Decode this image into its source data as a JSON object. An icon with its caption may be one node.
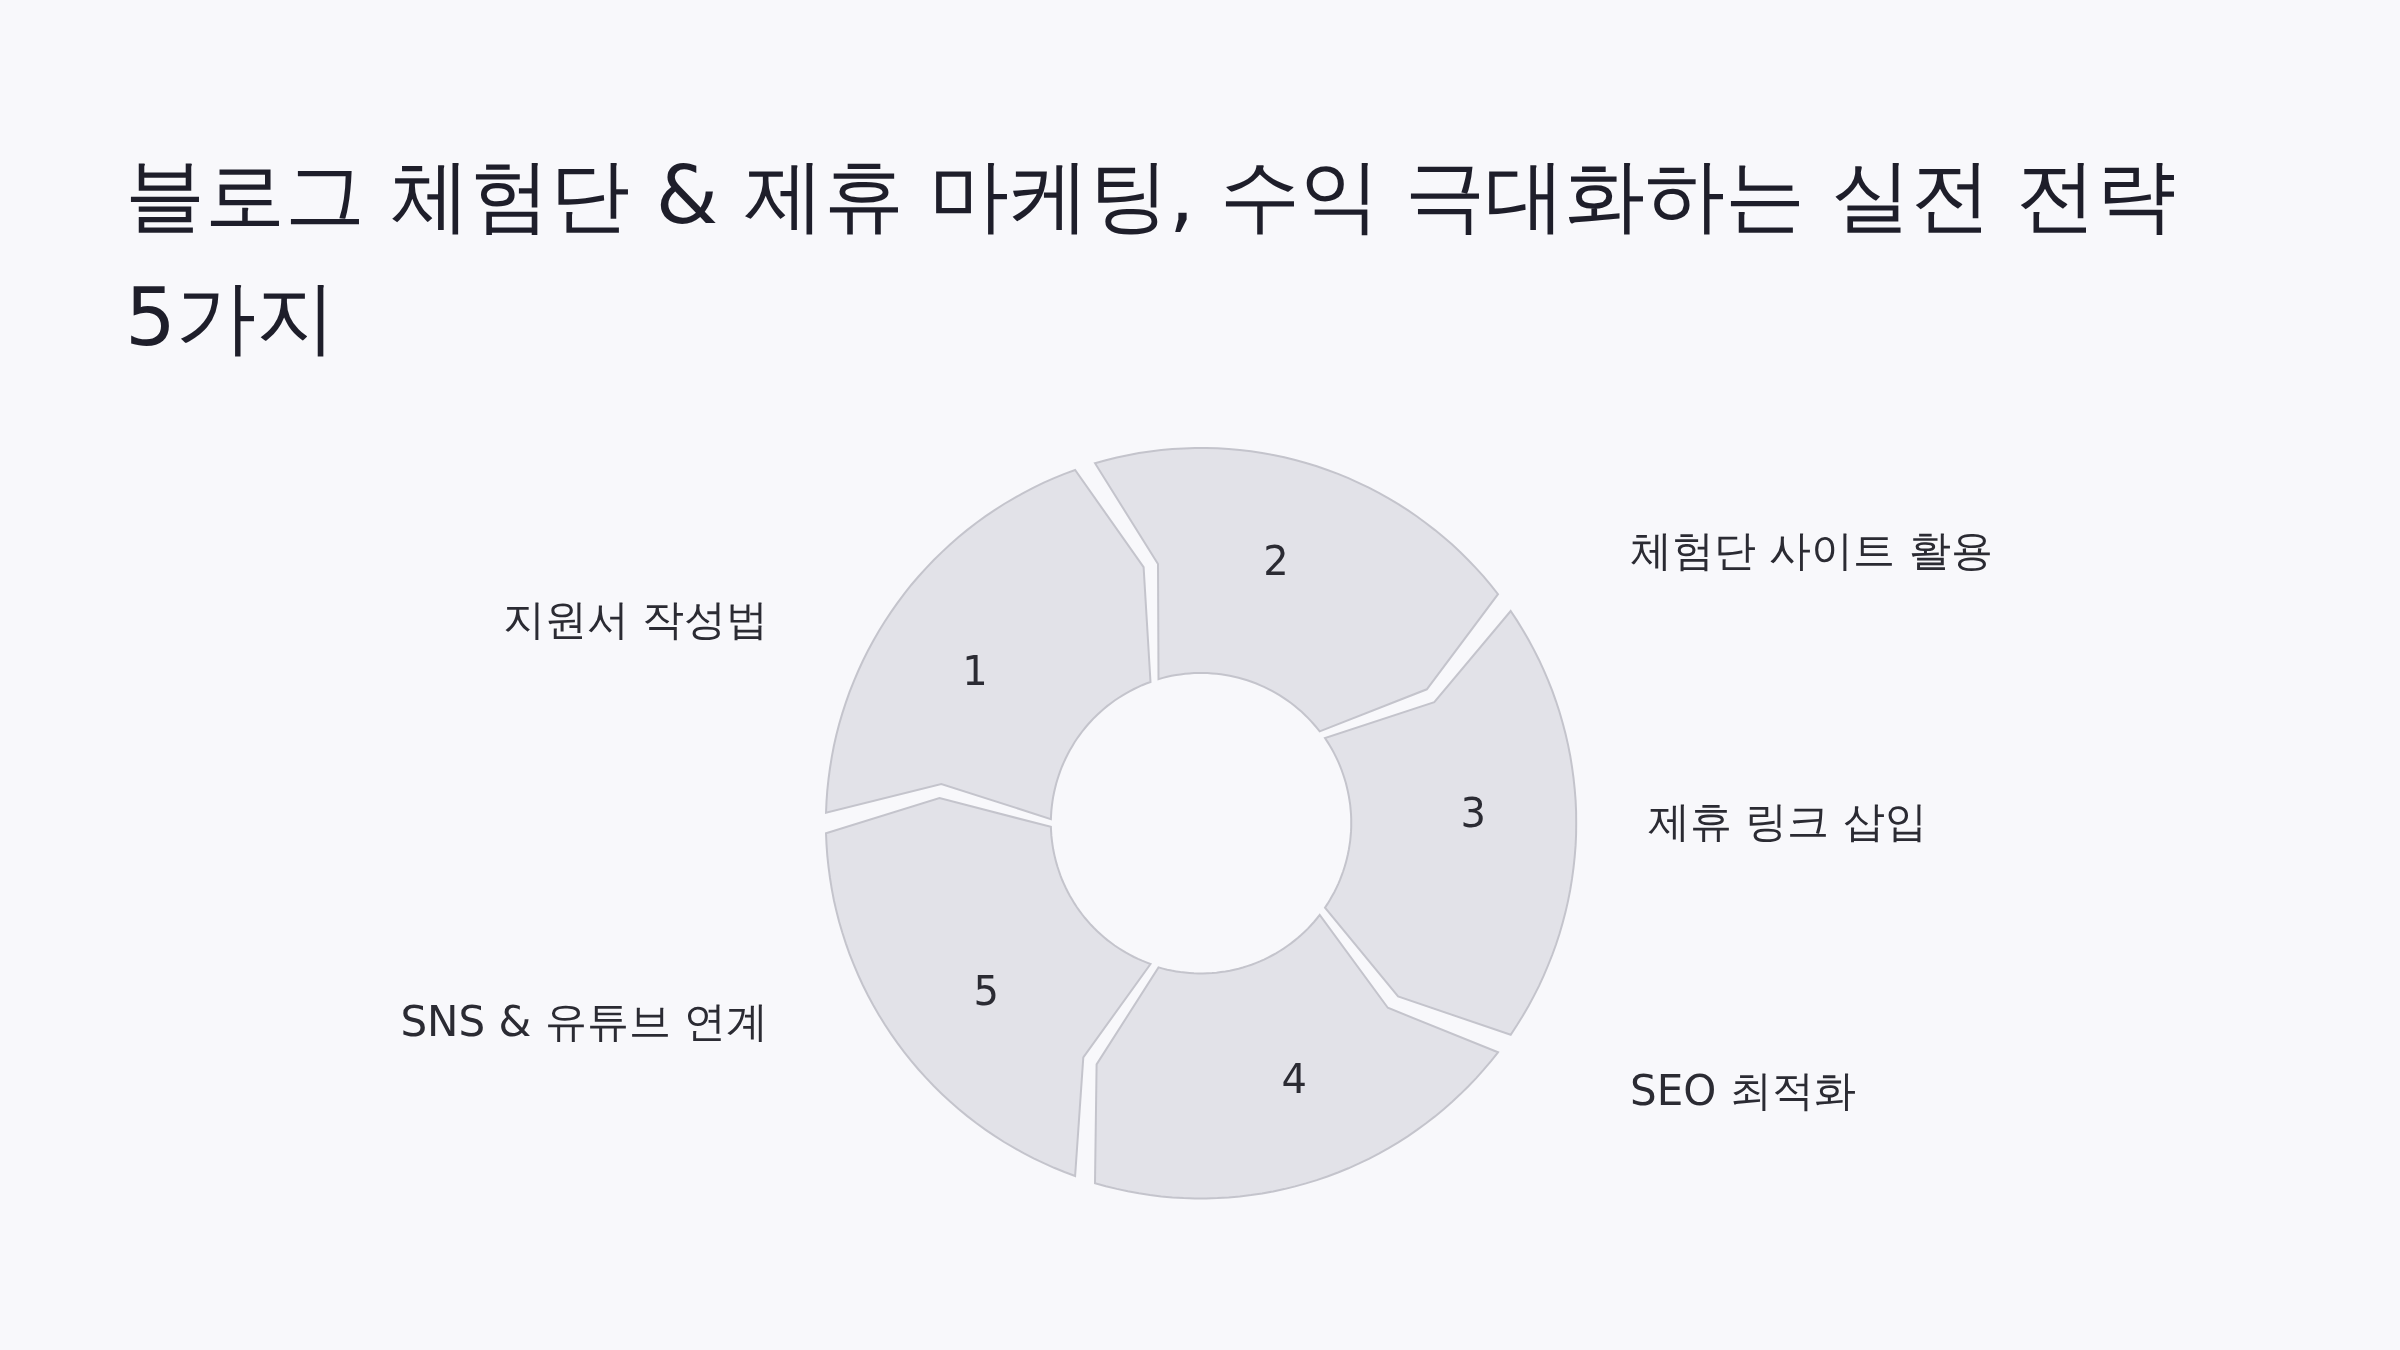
{
  "diagram": {
    "title": "블로그 체험단 & 제휴 마케팅, 수익 극대화하는 실전 전략 5가지",
    "nodes": [
      {
        "text": [
          "1"
        ]
      },
      {
        "text": [
          "2"
        ]
      },
      {
        "text": [
          "3"
        ]
      },
      {
        "text": [
          "4"
        ]
      },
      {
        "text": [
          "5"
        ]
      }
    ],
    "labels": [
      "체험단 사이트 활용",
      "지원서 작성법",
      "제휴 링크 삽입",
      "SNS & 유튜브 연계",
      "SEO 최적화"
    ]
  }
}
